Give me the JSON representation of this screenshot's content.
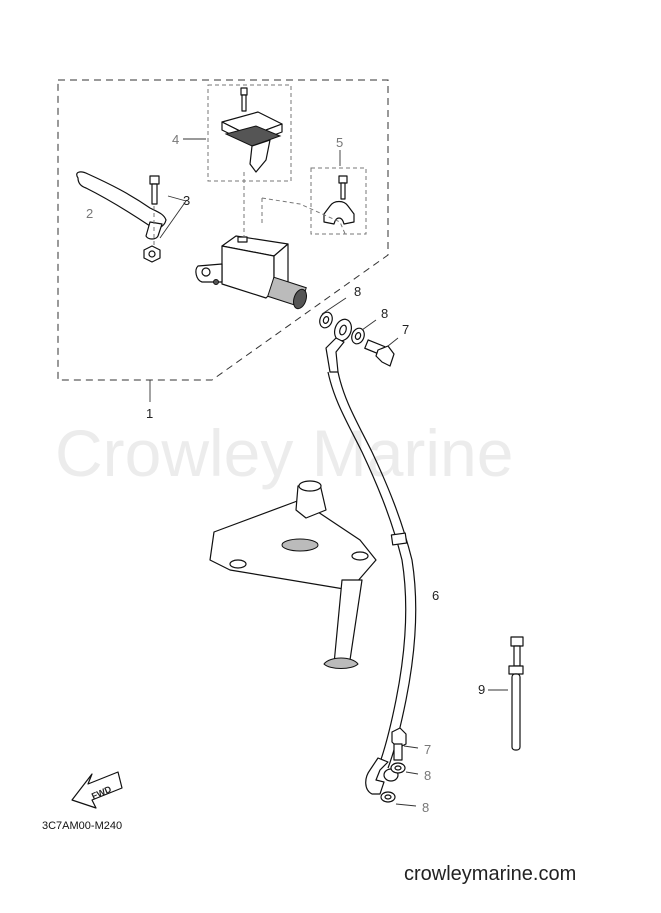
{
  "watermark": "Crowley Marine",
  "footer_url": "crowleymarine.com",
  "diagram_code": "3C7AM00-M240",
  "fwd_label": "FWD",
  "callouts": {
    "c1": "1",
    "c2": "2",
    "c3": "3",
    "c4": "4",
    "c5": "5",
    "c6": "6",
    "c7a": "7",
    "c7b": "7",
    "c8a": "8",
    "c8b": "8",
    "c8c": "8",
    "c8d": "8",
    "c9": "9"
  }
}
